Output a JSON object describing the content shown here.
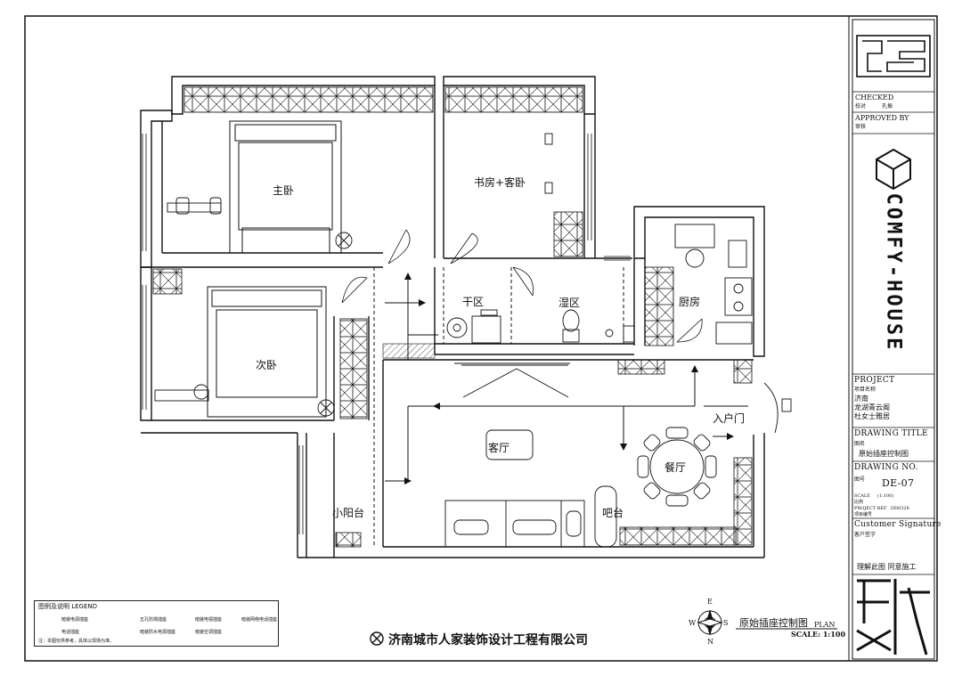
{
  "rooms": {
    "master_bedroom": "主卧",
    "study_guest": "书房+客卧",
    "second_bedroom": "次卧",
    "dry_zone": "干区",
    "wet_zone": "湿区",
    "kitchen": "厨房",
    "entrance": "入户门",
    "living_room": "客厅",
    "dining_room": "餐厅",
    "small_balcony": "小阳台",
    "bar": "吧台"
  },
  "legend": {
    "title": "图例及说明 LEGEND",
    "items": [
      "暗装电源插座",
      "五孔防溅插座",
      "暗装电视插座",
      "暗装网络电话插座",
      "电话插座",
      "暗装防水电源插座",
      "暗装空调插座"
    ],
    "note": "注：本图仅供参考，具体以现场为准。"
  },
  "company": "济南城市人家装饰设计工程有限公司",
  "compass": {
    "e": "E",
    "s": "S",
    "w": "W",
    "n": "N"
  },
  "plan_title": {
    "cn": "原始插座控制图",
    "en": "PLAN",
    "scale": "SCALE: 1:100"
  },
  "title_block": {
    "checked_label": "CHECKED",
    "checked_cn": "校对",
    "checked_name": "孔振",
    "approved_label": "APPROVED BY",
    "approved_cn": "审核",
    "brand": "COMFY-HOUSE",
    "project_label": "PROJECT",
    "project_cn": "项目名称",
    "project_city": "济南",
    "project_estate": "龙湖青云阁",
    "project_client": "杜女士雅居",
    "drawing_title_label": "DRAWING TITLE",
    "drawing_title_cn": "图名",
    "drawing_title_value": "原始插座控制图",
    "drawing_no_label": "DRAWING NO.",
    "drawing_no_cn": "图号",
    "drawing_no_value": "DE-07",
    "scale_label": "SCALE",
    "scale_value": "(1:100)",
    "scale_cn": "比例",
    "project_ref_label": "PROJECT REF",
    "project_ref_value": "DD0328",
    "project_ref_cn": "项目编号",
    "customer_label": "Customer Signature",
    "customer_cn": "客户签字",
    "agree_text": "理解此图  同意施工"
  },
  "colors": {
    "line": "#111111",
    "paper": "#ffffff",
    "hatch": "#555555"
  }
}
